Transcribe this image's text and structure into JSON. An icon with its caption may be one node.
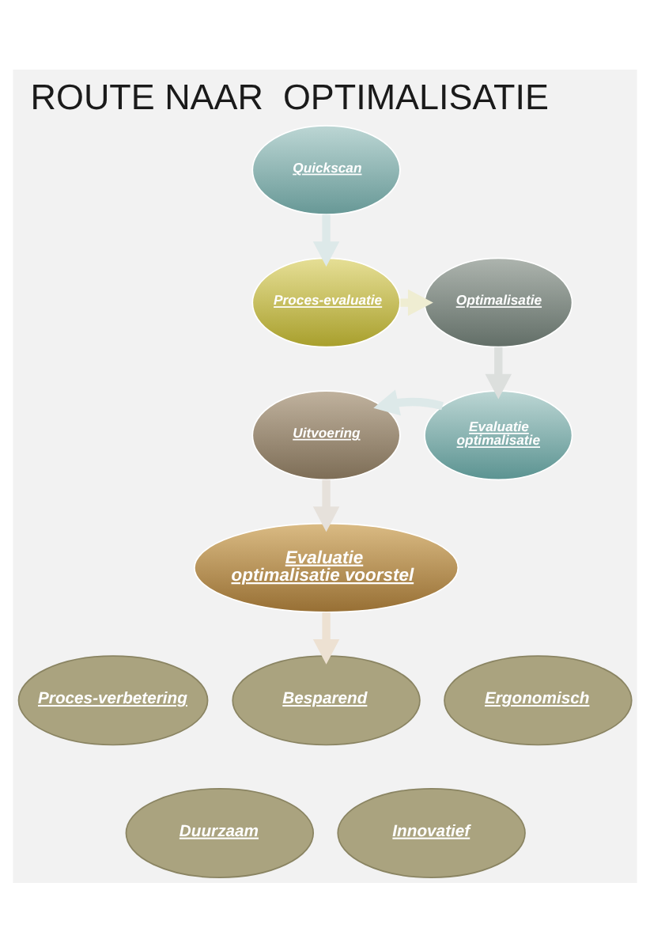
{
  "diagram": {
    "title": "ROUTE NAAR  OPTIMALISATIE",
    "nodes": [
      {
        "text": [
          "Quickscan"
        ]
      },
      {
        "text": [
          "Proces-evaluatie"
        ]
      },
      {
        "text": [
          "Optimalisatie"
        ]
      },
      {
        "text": [
          "Uitvoering"
        ]
      },
      {
        "text": [
          "Evaluatie optimalisatie"
        ]
      },
      {
        "text": [
          "Evaluatie optimalisatie voorstel"
        ]
      },
      {
        "text": [
          "Proces-verbetering"
        ]
      },
      {
        "text": [
          "Besparend"
        ]
      },
      {
        "text": [
          "Ergonomisch"
        ]
      },
      {
        "text": [
          "Duurzaam"
        ]
      },
      {
        "text": [
          "Innovatief"
        ]
      }
    ],
    "edges": [
      {
        "from": 0,
        "to": 1,
        "arrow": "to",
        "color": "#dde9e9"
      },
      {
        "from": 1,
        "to": 2,
        "arrow": "to",
        "color": "#efedd2"
      },
      {
        "from": 2,
        "to": 4,
        "arrow": "to",
        "color": "#dcdfdd"
      },
      {
        "from": 4,
        "to": 3,
        "arrow": "to",
        "color": "#dde9e9"
      },
      {
        "from": 3,
        "to": 5,
        "arrow": "to",
        "color": "#e6e1db"
      },
      {
        "from": 5,
        "to": 7,
        "arrow": "to",
        "color": "#ede1d2"
      }
    ]
  }
}
